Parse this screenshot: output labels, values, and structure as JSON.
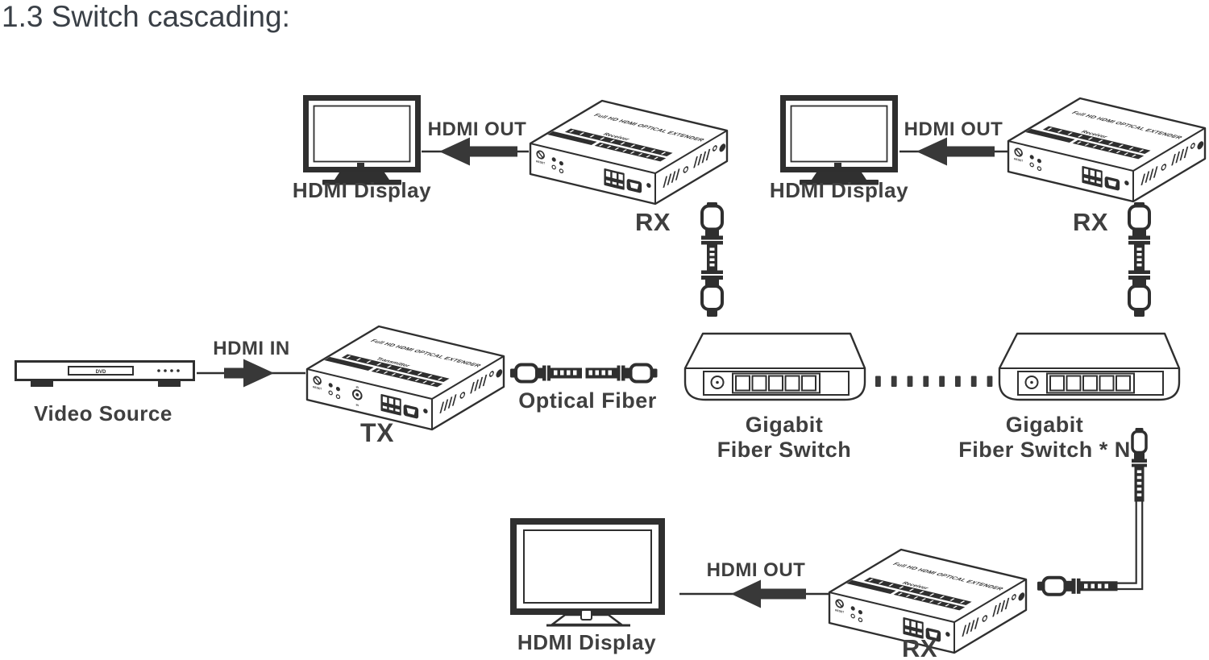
{
  "title": "1.3 Switch cascading:",
  "colors": {
    "line": "#2f2f2f",
    "dark_fill": "#303030",
    "arrow_fill": "#383838",
    "label_text": "#3f3f3f",
    "title_text": "#3a4047",
    "background": "#ffffff"
  },
  "extender": {
    "brand_text": "Full HD HDMI OPTICAL EXTENDER",
    "receiver_label": "Receiver",
    "transmitter_label": "Transmitter",
    "reset_label": "RESET",
    "ir_label": "IR",
    "in_label": "IN"
  },
  "video_source": {
    "label": "Video Source",
    "tray_text": "DVD"
  },
  "displays": {
    "top_left": "HDMI Display",
    "top_right": "HDMI Display",
    "bottom": "HDMI Display"
  },
  "connections": {
    "hdmi_out_top_left": "HDMI OUT",
    "hdmi_out_top_right": "HDMI OUT",
    "hdmi_out_bottom": "HDMI OUT",
    "hdmi_in": "HDMI IN",
    "optical_fiber": "Optical Fiber"
  },
  "device_labels": {
    "rx_top_left": "RX",
    "rx_top_right": "RX",
    "rx_bottom": "RX",
    "tx": "TX"
  },
  "switches": {
    "switch_1": {
      "line1": "Gigabit",
      "line2": "Fiber Switch"
    },
    "switch_2": {
      "line1": "Gigabit",
      "line2": "Fiber Switch * N"
    }
  }
}
